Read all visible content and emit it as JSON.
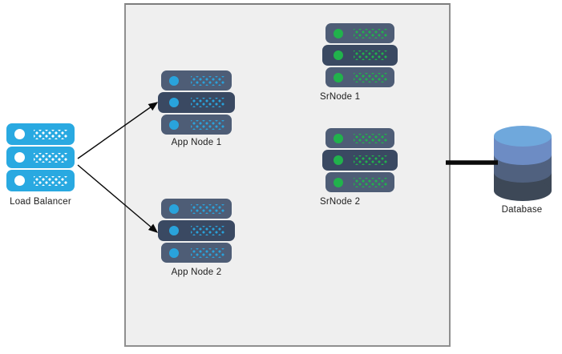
{
  "diagram": {
    "load_balancer": {
      "label": "Load Balancer"
    },
    "app_node_1": {
      "label": "App Node 1"
    },
    "app_node_2": {
      "label": "App Node 2"
    },
    "sr_node_1": {
      "label": "SrNode 1"
    },
    "sr_node_2": {
      "label": "SrNode 2"
    },
    "database": {
      "label": "Database"
    },
    "connections": [
      {
        "from": "load-balancer",
        "to": "app-node-1",
        "type": "arrow"
      },
      {
        "from": "load-balancer",
        "to": "app-node-2",
        "type": "arrow"
      },
      {
        "from": "boundary-box",
        "to": "database",
        "type": "thick-line"
      }
    ],
    "colors": {
      "load_balancer_body": "#29a9e1",
      "server_row_light": "#4e5d76",
      "server_row_dark": "#3a4962",
      "app_accent": "#29a3dc",
      "sr_accent": "#21b24c",
      "box_fill": "#efefef",
      "box_border": "#8f8f8f",
      "connector": "#0a0a0a",
      "db_top": "#6fa8dc",
      "db_band1": "#6d8cc4",
      "db_band2": "#50617f",
      "db_band3": "#3d4857"
    }
  }
}
